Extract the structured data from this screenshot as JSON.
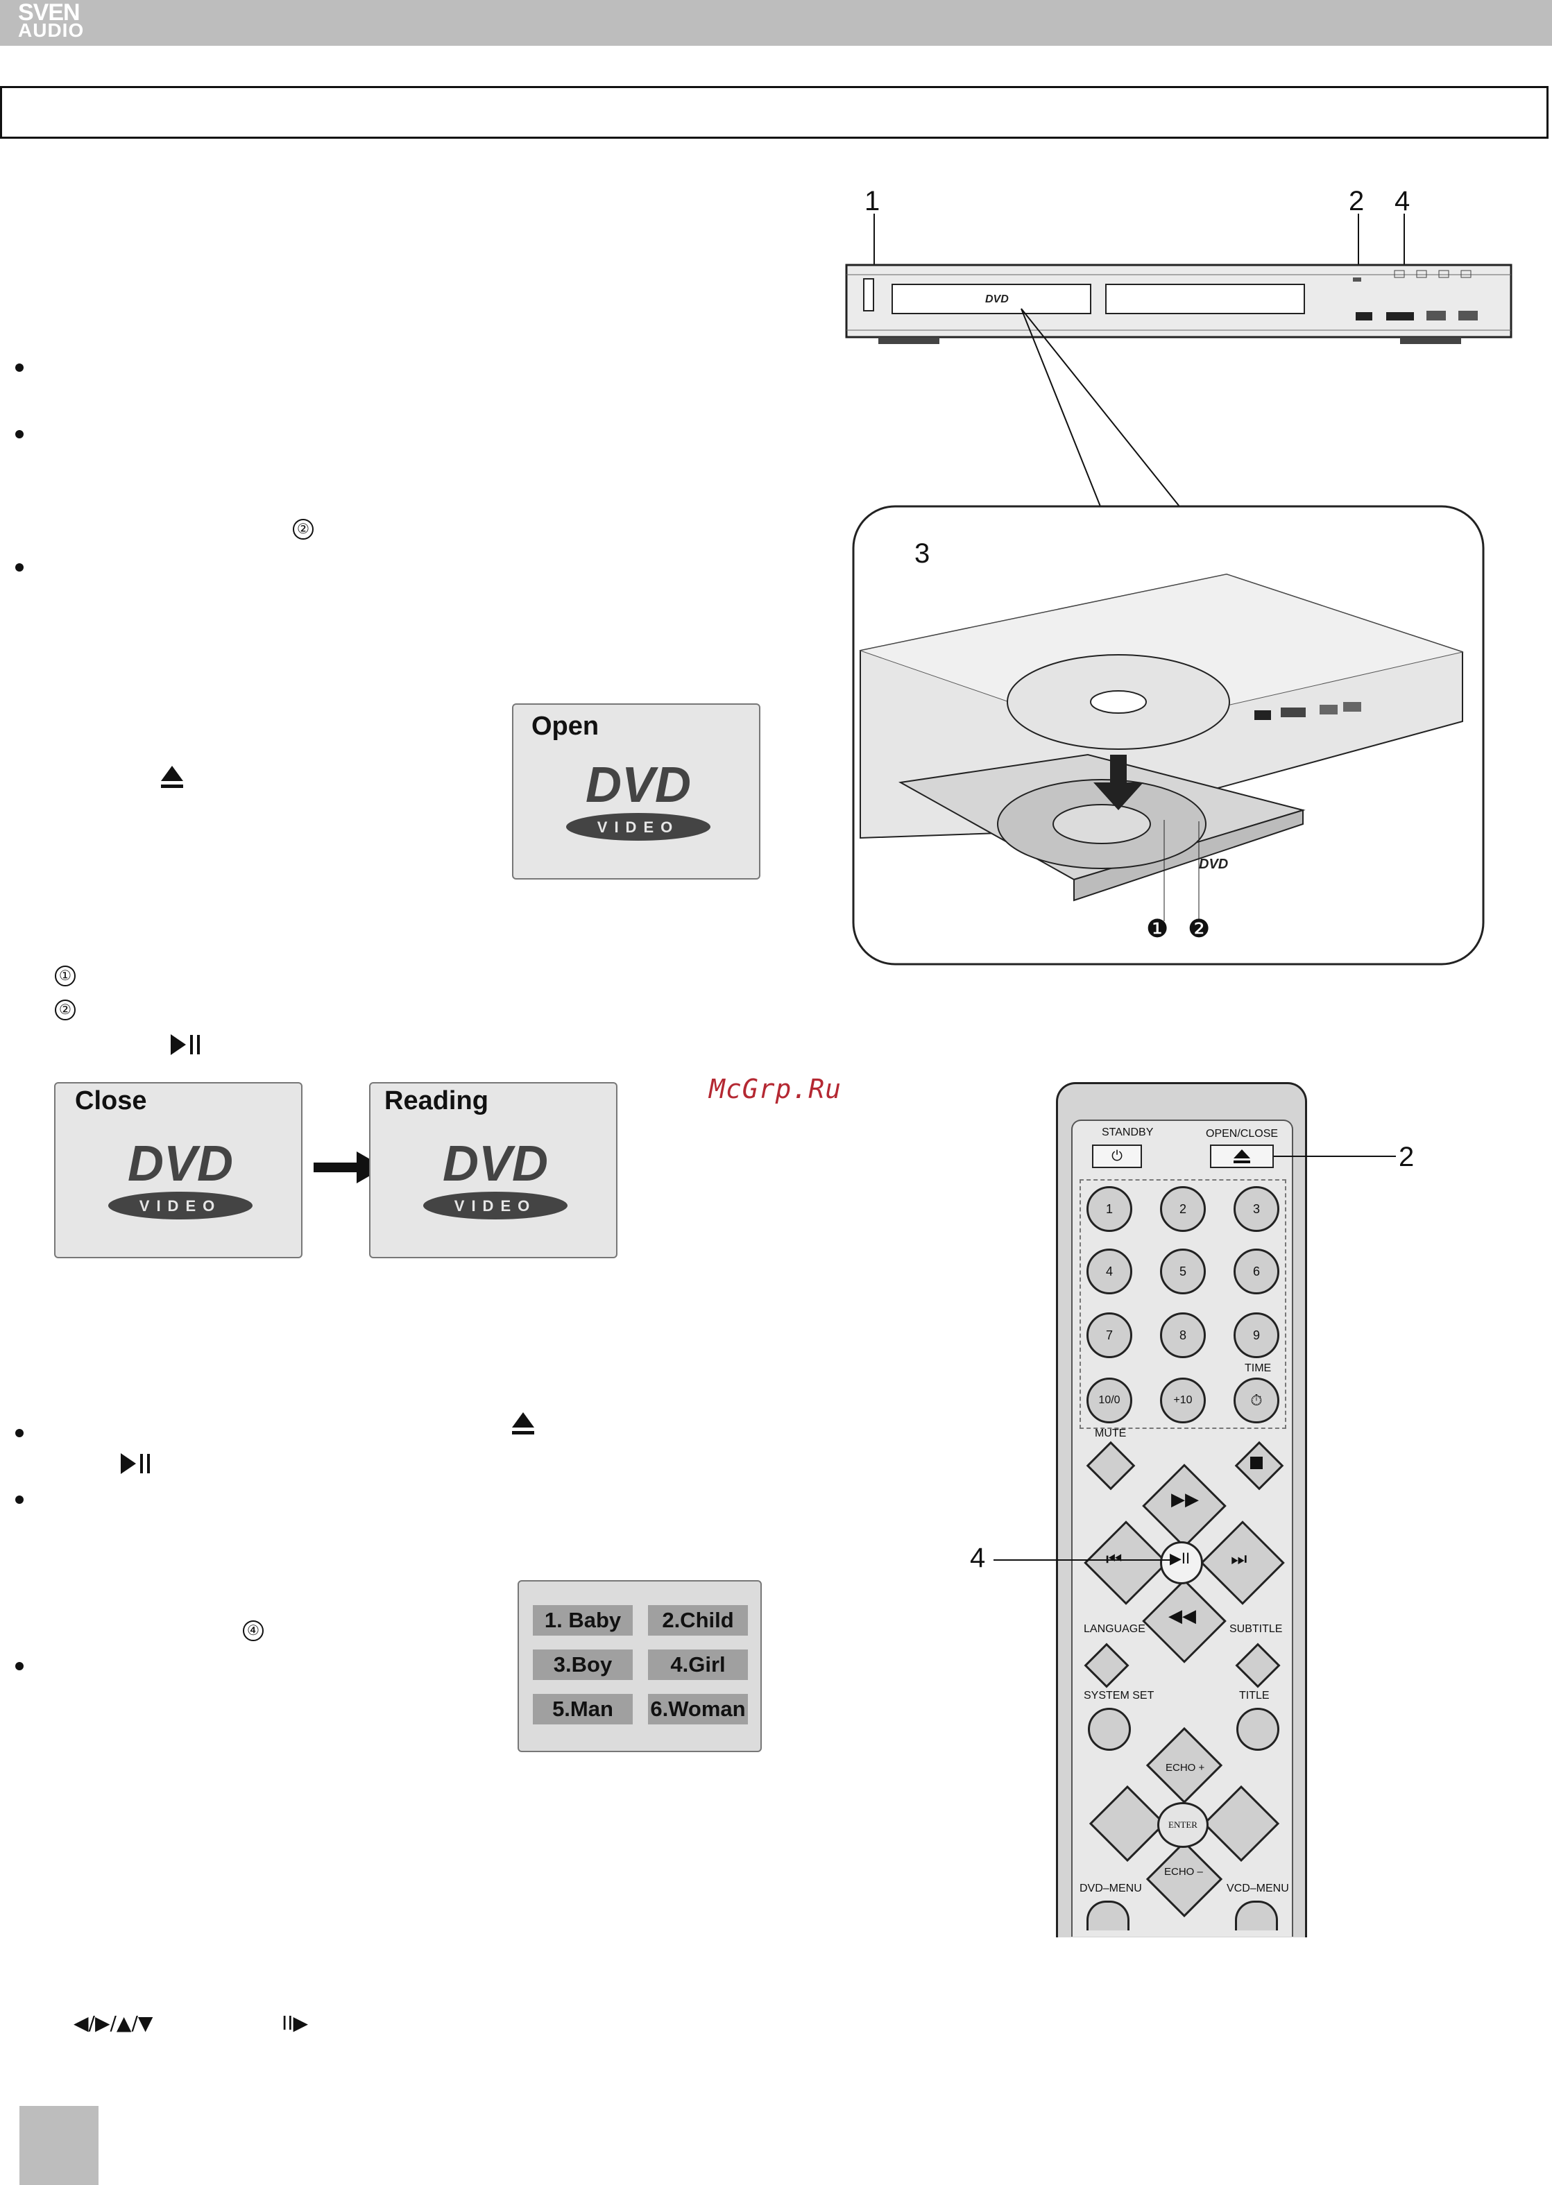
{
  "header": {
    "brand_line1": "SVEN",
    "brand_line2": "AUDIO"
  },
  "markers": {
    "player_callouts": [
      "1",
      "2",
      "4"
    ],
    "zoom_callout": "3",
    "disc_numbers": [
      "❶",
      "❷"
    ],
    "remote_callout_open": "2",
    "remote_callout_play": "4",
    "step1_circle": "①",
    "step2_circle": "②",
    "inline_circle2": "②",
    "inline_circle4": "④"
  },
  "symbols": {
    "eject": "⏏",
    "play_pause": "▶II",
    "play_pause_bullet": "▶II",
    "eject_bullet": "⏏",
    "nav_arrows": "◀/▶/▲/▼",
    "slow": "II▶"
  },
  "osd_screens": {
    "open_label": "Open",
    "close_label": "Close",
    "reading_label": "Reading",
    "dvd_text": "DVD",
    "video_text": "VIDEO"
  },
  "menu_screen": {
    "items": [
      "1. Baby",
      "2.Child",
      "3.Boy",
      "4.Girl",
      "5.Man",
      "6.Woman"
    ]
  },
  "remote": {
    "standby": "STANDBY",
    "open_close": "OPEN/CLOSE",
    "numbers": [
      "1",
      "2",
      "3",
      "4",
      "5",
      "6",
      "7",
      "8",
      "9",
      "10/0",
      "+10"
    ],
    "time": "TIME",
    "mute": "MUTE",
    "language": "LANGUAGE",
    "subtitle": "SUBTITLE",
    "system_set": "SYSTEM SET",
    "title": "TITLE",
    "echo_plus": "ECHO +",
    "enter": "ENTER",
    "echo_minus": "ECHO –",
    "dvd_menu": "DVD–MENU",
    "vcd_menu": "VCD–MENU"
  },
  "watermark": "McGrp.Ru",
  "colors": {
    "topbar": "#bdbdbd",
    "osd_bg": "#e6e6e6",
    "watermark": "#b42832"
  }
}
